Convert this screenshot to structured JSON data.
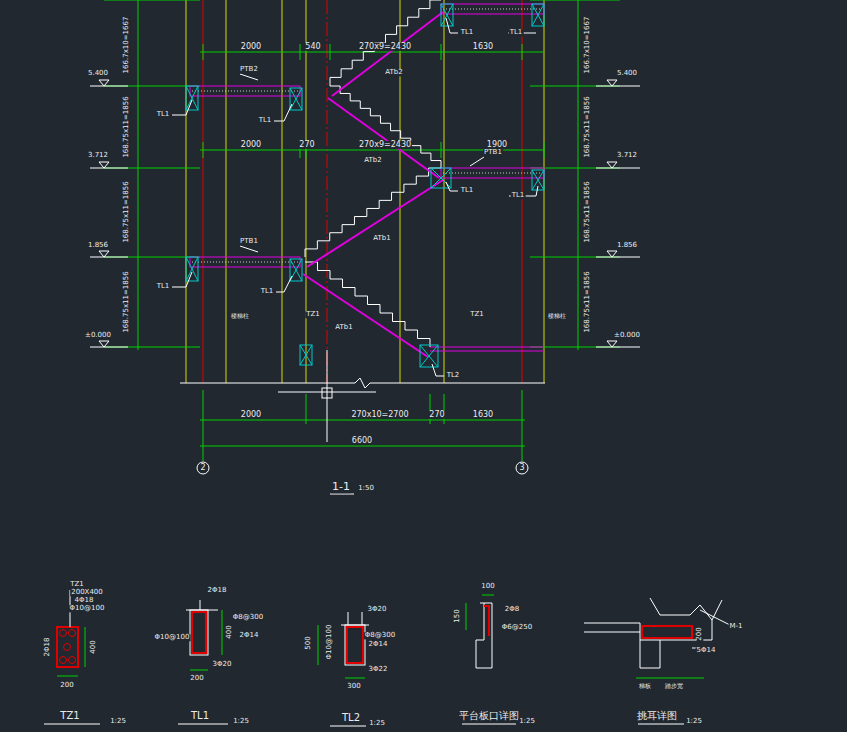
{
  "diagram": {
    "labels": [
      "166.7x10=1667",
      "5.400",
      "168.75x11=1856",
      "3.712",
      "168.75x11=1856",
      "1.856",
      "168.75x11=1856",
      "±0.000",
      "166.7x10=1667",
      "5.400",
      "168.75x11=1856",
      "3.712",
      "168.75x11=1856",
      "1.856",
      "168.75x11=1856",
      "±0.000",
      "TL1",
      "TL1",
      "2000",
      "540",
      "270x9=2430",
      "1630",
      "PTB2",
      "ATb2",
      "TL1",
      "TL1",
      "2000",
      "270",
      "270x9=2430",
      "1900",
      "PTB1",
      "ATb2",
      "TL1",
      "TL1",
      "ATb1",
      "PTB1",
      "TL1",
      "TL1",
      "楼梯柱",
      "TZ1",
      "TZ1",
      "楼梯柱",
      "ATb1",
      "TL2",
      "2000",
      "270x10=2700",
      "270",
      "1630",
      "6600",
      "2",
      "3",
      "1-1",
      "1:50",
      "TZ1",
      "200X400",
      "4Φ18",
      "Φ10@100",
      "2Φ18",
      "400",
      "200",
      "TZ1",
      "1:25",
      "2Φ18",
      "Φ8@300",
      "400",
      "2Φ14",
      "Φ10@100",
      "3Φ20",
      "200",
      "TL1",
      "1:25",
      "3Φ20",
      "Φ8@300",
      "2Φ14",
      "500",
      "Φ10@100",
      "3Φ22",
      "300",
      "TL2",
      "1:25",
      "100",
      "150",
      "2Φ8",
      "Φ6@250",
      "平台板口详图",
      "1:25",
      "M-1",
      "200",
      "5Φ14",
      "梯板",
      "踏步宽",
      "挑耳详图",
      "1:25"
    ]
  }
}
